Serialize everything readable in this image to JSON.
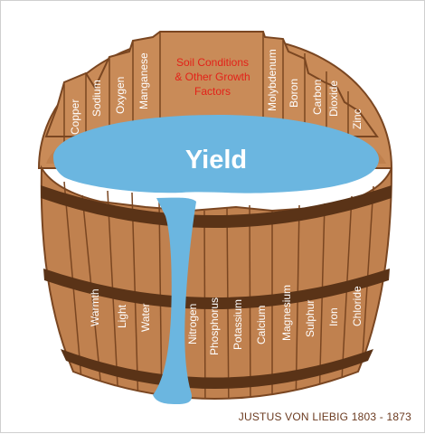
{
  "title": "Yield",
  "center_label": [
    "Soil Conditions",
    "& Other Growth",
    "Factors"
  ],
  "back_staves": [
    "Copper",
    "Sodium",
    "Oxygen",
    "Manganese",
    "Molybdenum",
    "Boron",
    "Carbon",
    "Dioxide",
    "Zinc"
  ],
  "front_staves": [
    "Warmth",
    "Light",
    "Water",
    "Nitrogen",
    "Phosphorus",
    "Potassium",
    "Calcium",
    "Magnesium",
    "Sulphur",
    "Iron",
    "Chloride"
  ],
  "caption": "JUSTUS VON LIEBIG 1803 - 1873",
  "colors": {
    "wood": "#c0814f",
    "wood_dark": "#7a4621",
    "band": "#5a3317",
    "water": "#6bb6e0",
    "label_red": "#e32219"
  }
}
